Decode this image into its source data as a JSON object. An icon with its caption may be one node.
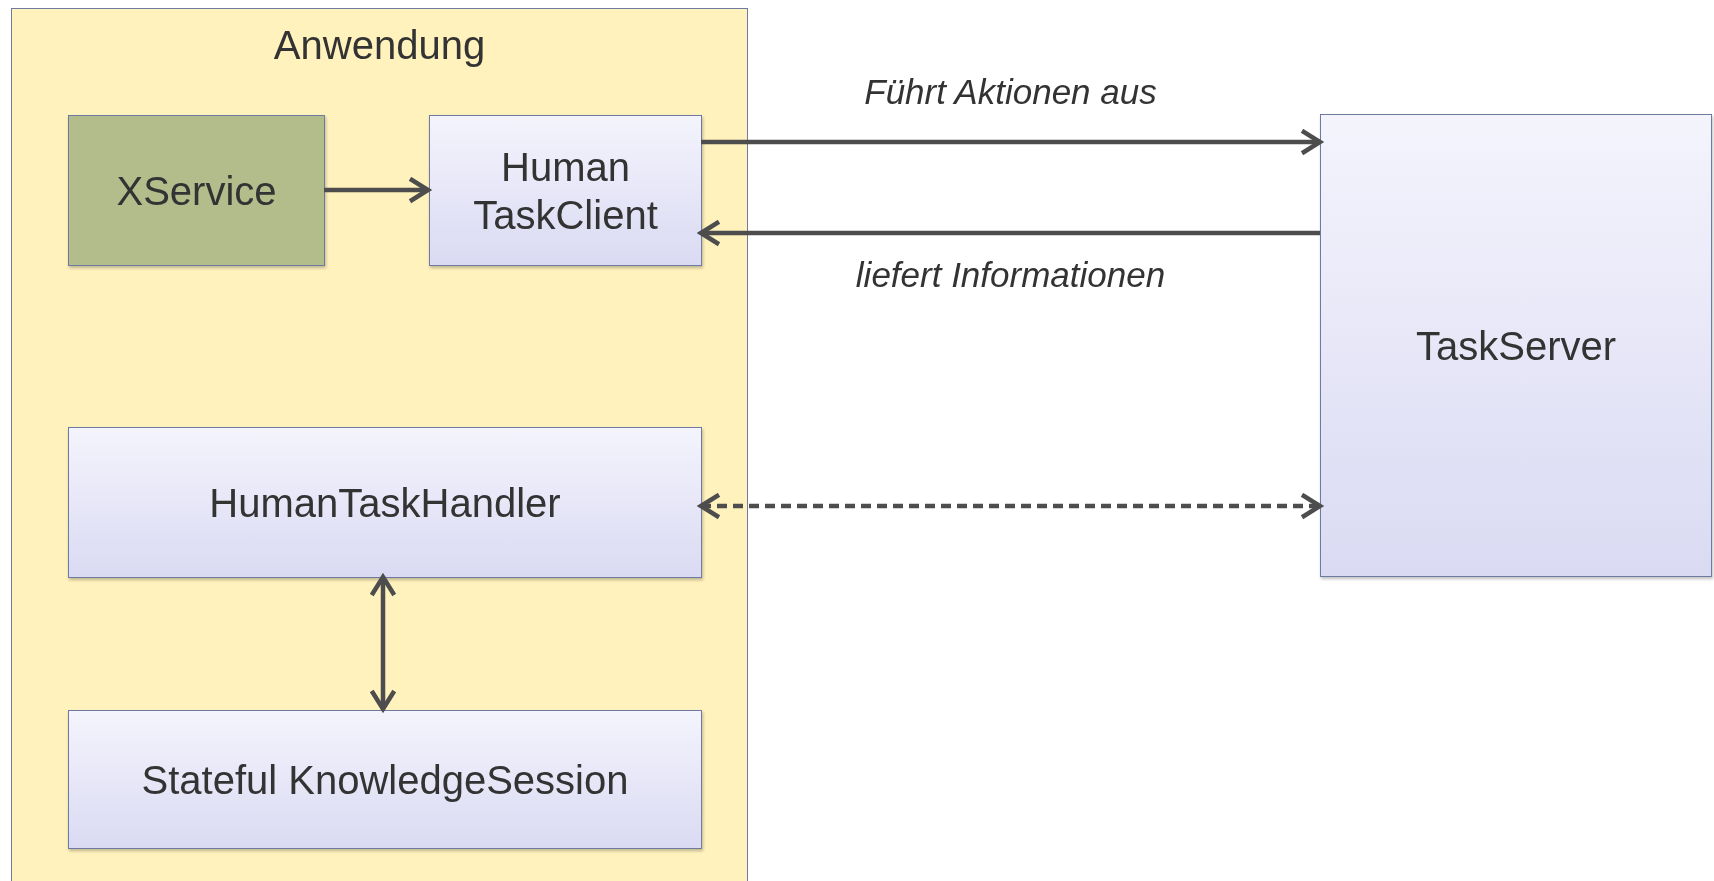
{
  "diagram": {
    "nodes": [
      {
        "text": [
          "Anwendung"
        ]
      },
      {
        "text": [
          "XService"
        ],
        "in": 0
      },
      {
        "text": [
          "Human TaskClient"
        ],
        "in": 0
      },
      {
        "text": [
          "HumanTaskHandler"
        ],
        "in": 0
      },
      {
        "text": [
          "Stateful KnowledgeSession"
        ],
        "in": 0
      },
      {
        "text": [
          "TaskServer"
        ]
      }
    ],
    "edges": [
      {
        "from": 1,
        "to": 2,
        "arrow": "to"
      },
      {
        "from": 2,
        "to": 5,
        "arrow": "to",
        "label": "Führt Aktionen aus"
      },
      {
        "from": 5,
        "to": 2,
        "arrow": "to",
        "label": "liefert Informationen"
      },
      {
        "from": 3,
        "to": 5,
        "arrow": "both",
        "style": "dashed"
      },
      {
        "from": 3,
        "to": 4,
        "arrow": "both"
      }
    ]
  }
}
